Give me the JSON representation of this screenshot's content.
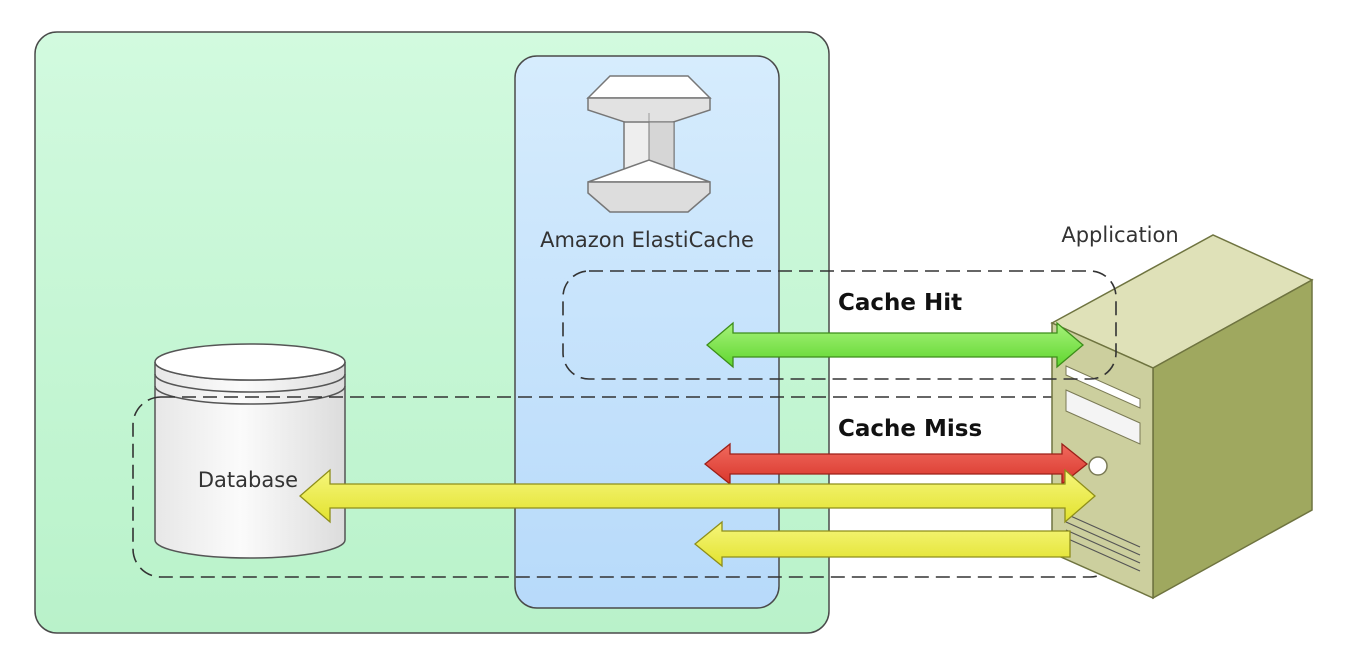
{
  "labels": {
    "elasticache": "Amazon ElastiCache",
    "application": "Application",
    "database": "Database",
    "cache_hit": "Cache Hit",
    "cache_miss": "Cache Miss"
  },
  "colors": {
    "region_fill": "#c8f7d6",
    "cache_fill": "#cce6fb",
    "hit_arrow": "#7ce84a",
    "miss_arrow": "#e6453b",
    "db_arrow": "#eeee4a",
    "server_front": "#c9cc9a",
    "server_side": "#9aa35a"
  },
  "icons": {
    "elasticache": "elasticache-icon",
    "database": "database-cylinder-icon",
    "application": "server-tower-icon"
  }
}
